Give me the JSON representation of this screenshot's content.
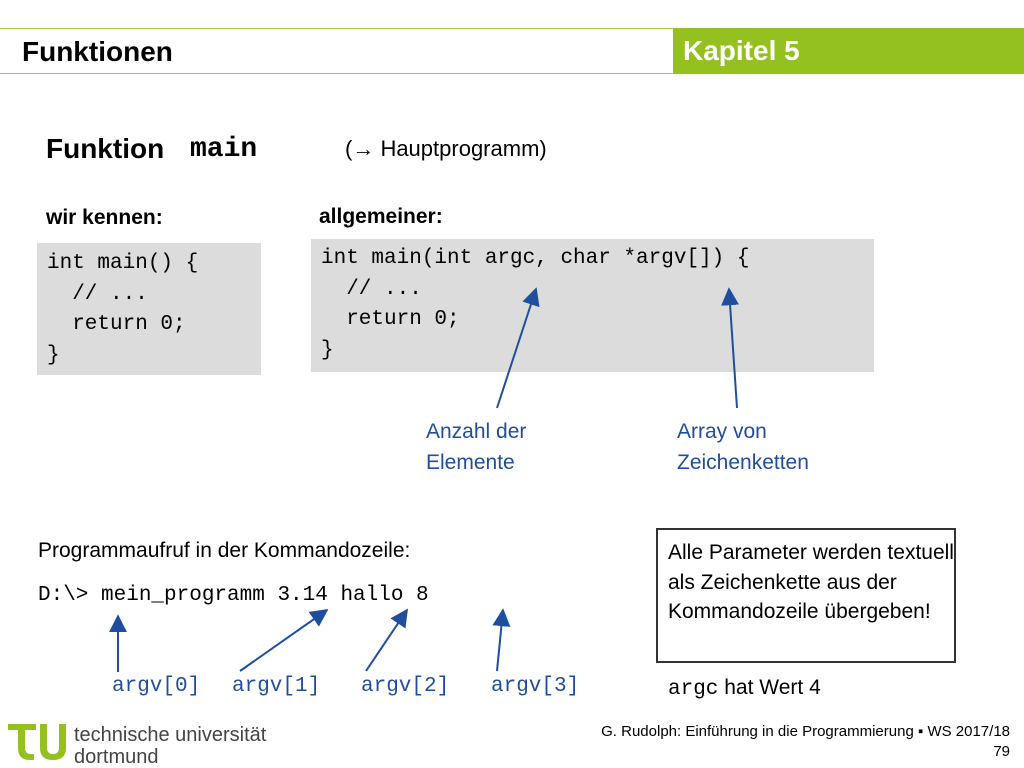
{
  "header": {
    "title": "Funktionen",
    "chapter": "Kapitel 5",
    "accent_color": "#94c11f"
  },
  "heading": {
    "prefix": "Funktion",
    "code": "main",
    "subtitle": "(→ Hauptprogramm)"
  },
  "known": {
    "label": "wir kennen:",
    "code": "int main() {\n  // ...\n  return 0;\n}"
  },
  "general": {
    "label": "allgemeiner:",
    "code": "int main(int argc, char *argv[]) {\n  // ...\n  return 0;\n}"
  },
  "annotations": {
    "argc": "Anzahl der\nElemente",
    "argv": "Array von\nZeichenketten",
    "color": "#1f4e9e"
  },
  "command": {
    "label": "Programmaufruf in der Kommandozeile:",
    "line": "D:\\> mein_programm 3.14 hallo 8"
  },
  "note": {
    "text": "Alle Parameter werden textuell als Zeichenkette aus der Kommandozeile übergeben!"
  },
  "args": {
    "argv0": "argv[0]",
    "argv1": "argv[1]",
    "argv2": "argv[2]",
    "argv3": "argv[3]",
    "argc_name": "argc",
    "argc_text": " hat Wert 4"
  },
  "footer": {
    "university_line1": "technische universität",
    "university_line2": "dortmund",
    "text": "G. Rudolph: Einführung in die Programmierung ▪ WS 2017/18",
    "page": "79",
    "logo_icon": "tu-logo-icon"
  }
}
